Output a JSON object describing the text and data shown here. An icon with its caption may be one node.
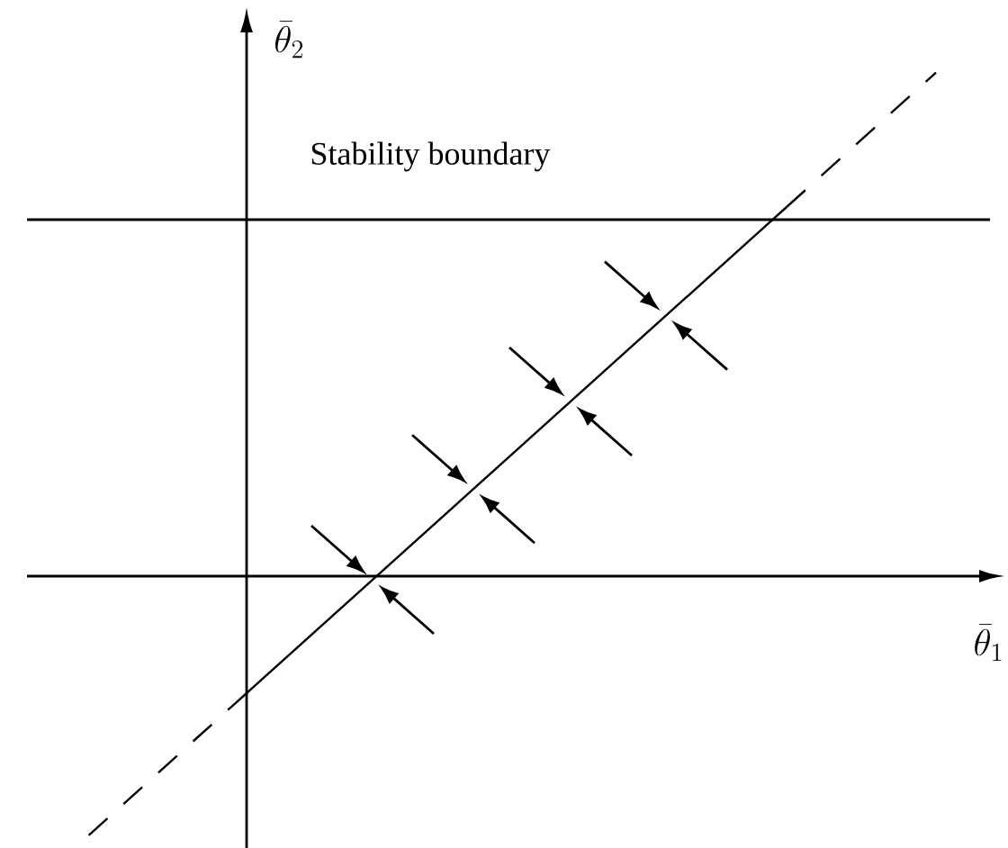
{
  "diagram": {
    "labels": [
      "\\bar{\\theta}_2",
      "Stability boundary",
      "\\bar{\\theta}_1"
    ]
  }
}
